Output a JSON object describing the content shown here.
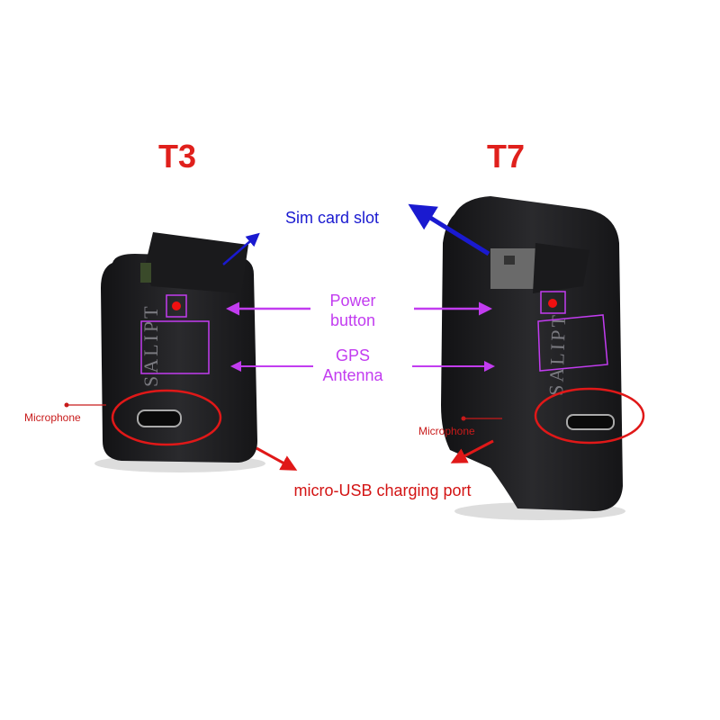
{
  "models": {
    "left": "T3",
    "right": "T7"
  },
  "labels": {
    "sim_card_slot": "Sim card slot",
    "power_button_line1": "Power",
    "power_button_line2": "button",
    "gps_line1": "GPS",
    "gps_line2": "Antenna",
    "microphone_left": "Microphone",
    "microphone_right": "Microphone",
    "usb_port": "micro-USB charging port"
  },
  "device_print": "SALIPT",
  "colors": {
    "model": "#e0201c",
    "sim": "#1a1ad0",
    "annotation_purple": "#c23cf0",
    "annotation_red": "#d31414",
    "device_body": "#1e1e20"
  }
}
